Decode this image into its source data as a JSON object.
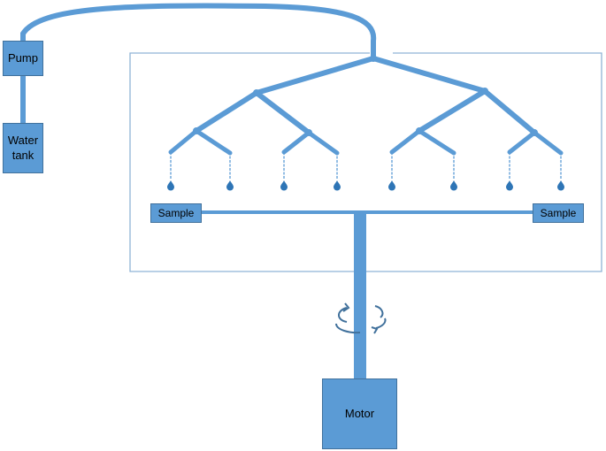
{
  "labels": {
    "pump": "Pump",
    "water_tank": "Water\ntank",
    "sample_left": "Sample",
    "sample_right": "Sample",
    "motor": "Motor"
  },
  "colors": {
    "pipe": "#5b9bd5",
    "box_fill": "#5b9bd5",
    "box_border": "#41719c",
    "enclosure_border": "#8fb3d6",
    "drop": "#2e75b6"
  },
  "nozzle_count": 8
}
